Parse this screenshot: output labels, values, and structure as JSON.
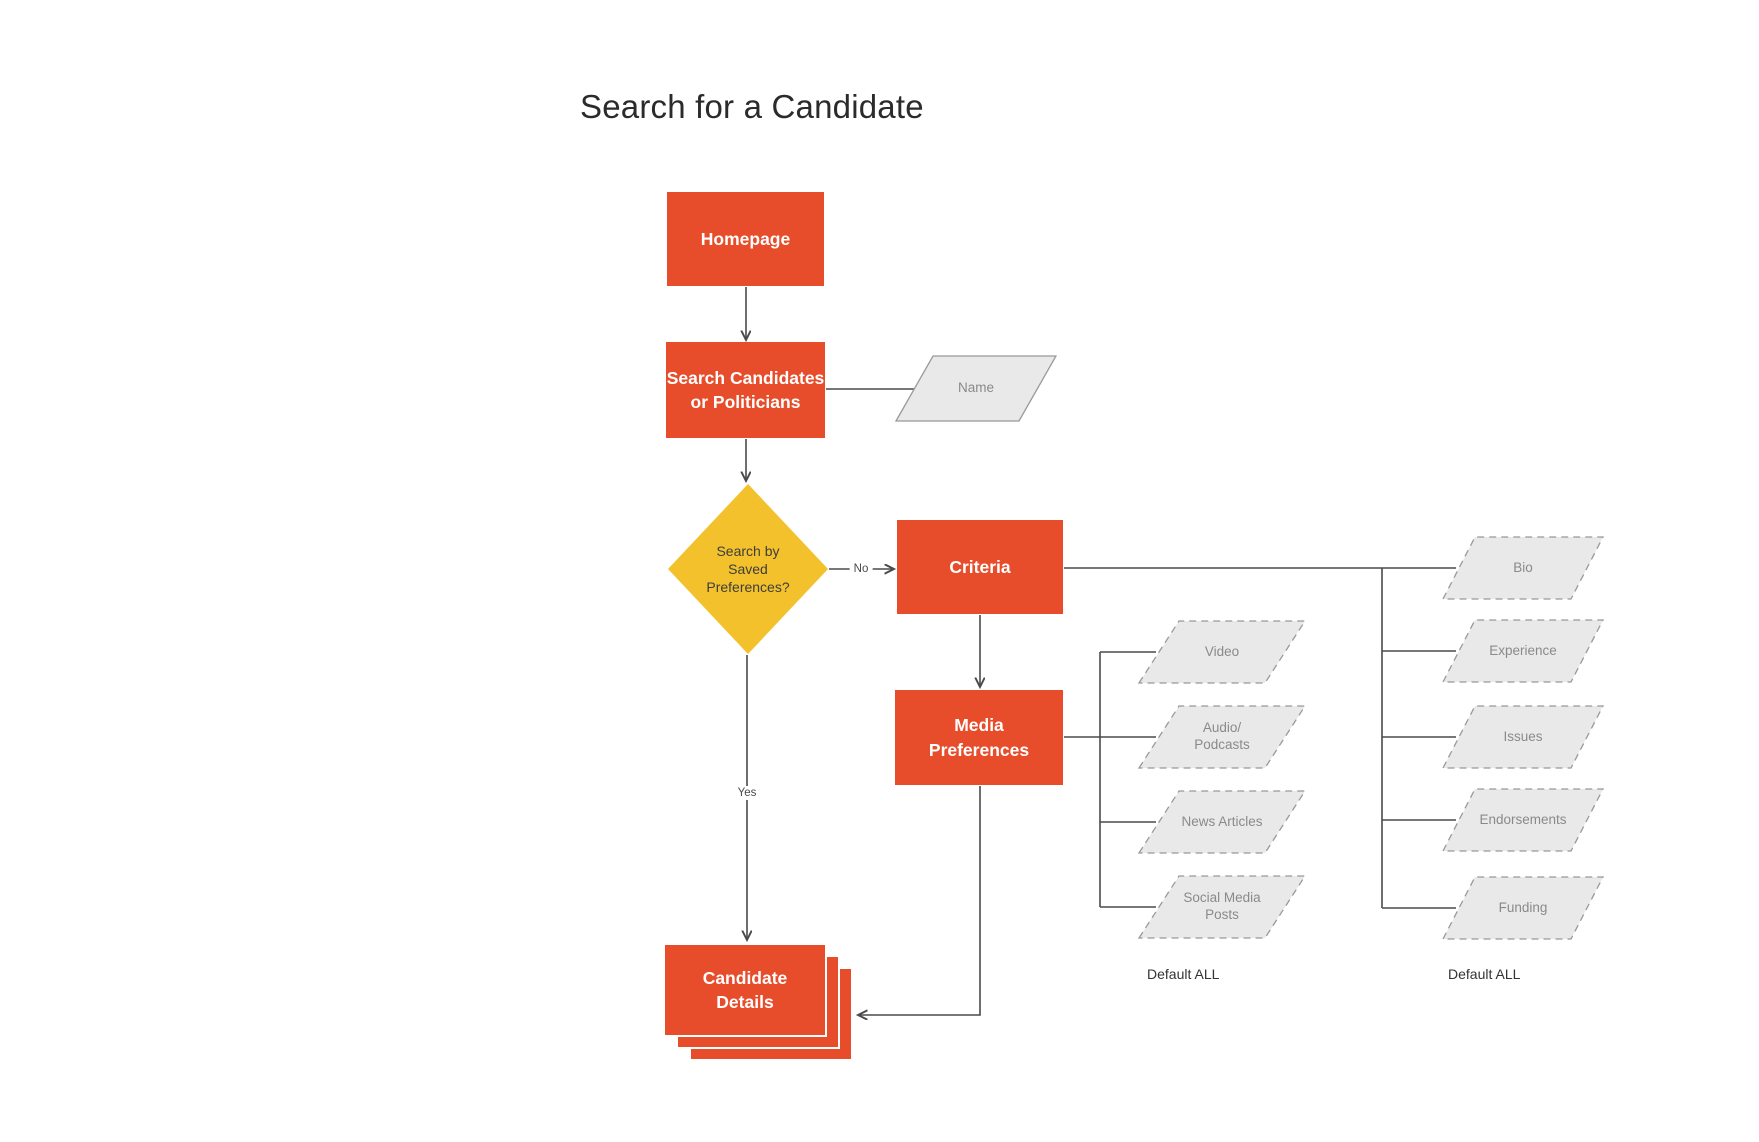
{
  "title": "Search for a Candidate",
  "labels": {
    "no": "No",
    "yes": "Yes"
  },
  "nodes": {
    "homepage": "Homepage",
    "search": "Search Candidates\nor Politicians",
    "name_param": "Name",
    "decision": "Search by\nSaved\nPreferences?",
    "criteria": "Criteria",
    "media_preferences": "Media\nPreferences",
    "candidate_details": "Candidate\nDetails"
  },
  "media_options": {
    "items": [
      "Video",
      "Audio/\nPodcasts",
      "News Articles",
      "Social Media\nPosts"
    ],
    "footnote": "Default ALL"
  },
  "criteria_options": {
    "items": [
      "Bio",
      "Experience",
      "Issues",
      "Endorsements",
      "Funding"
    ],
    "footnote": "Default ALL"
  },
  "colors": {
    "process_fill": "#E74D2A",
    "decision_fill": "#F2C12B",
    "data_fill": "#E9E9E9",
    "data_border": "#999999",
    "data_text": "#8A8A8A",
    "line_color": "#4A4A4A",
    "title_text": "#2B2B2B",
    "note_text": "#333333"
  }
}
